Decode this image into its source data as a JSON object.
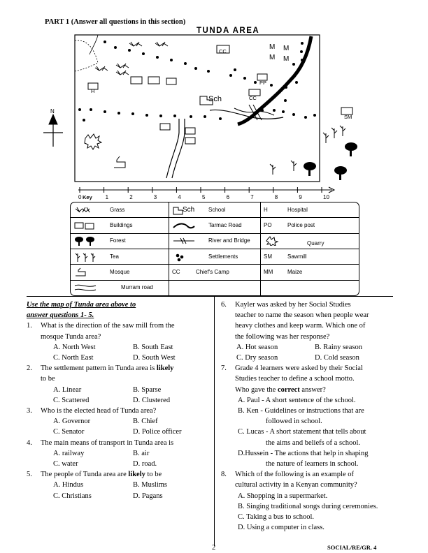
{
  "header": {
    "part_title": "PART 1 (Answer all questions in this section)",
    "map_title": "TUNDA AREA"
  },
  "map": {
    "north_label": "N",
    "labels": {
      "school": "Sch",
      "cc": "CC",
      "pp": "PP",
      "h": "H",
      "sm": "SM",
      "mm": "M"
    },
    "scale": {
      "key_label": "Key",
      "ticks": [
        "0",
        "1",
        "2",
        "3",
        "4",
        "5",
        "6",
        "7",
        "8",
        "9",
        "10"
      ]
    }
  },
  "legend": {
    "rows": [
      [
        {
          "sym": "grass",
          "label": "Grass"
        },
        {
          "sym": "school",
          "code": "Sch",
          "label": "School"
        },
        {
          "sym": "text",
          "code": "H",
          "label": "Hospital"
        }
      ],
      [
        {
          "sym": "buildings",
          "label": "Buildings"
        },
        {
          "sym": "tarmac",
          "label": "Tarmac Road"
        },
        {
          "sym": "text",
          "code": "PO",
          "label": "Police post"
        }
      ],
      [
        {
          "sym": "forest",
          "label": "Forest"
        },
        {
          "sym": "river",
          "label": "River and Bridge"
        },
        {
          "sym": "quarry",
          "label": "Quarry"
        }
      ],
      [
        {
          "sym": "tea",
          "label": "Tea"
        },
        {
          "sym": "settlements",
          "label": "Settlements"
        },
        {
          "sym": "text",
          "code": "SM",
          "label": "Sawmill"
        }
      ],
      [
        {
          "sym": "mosque",
          "label": "Mosque"
        },
        {
          "sym": "text",
          "code": "CC",
          "label": "Chief's Camp"
        },
        {
          "sym": "text",
          "code": "MM",
          "label": "Maize"
        }
      ],
      [
        {
          "sym": "murram",
          "label": "Murram road"
        },
        {
          "sym": "empty",
          "label": ""
        },
        {
          "sym": "empty",
          "label": ""
        }
      ]
    ]
  },
  "instructions": [
    "Use the map of Tunda area above to",
    "answer questions 1- 5."
  ],
  "questions_left": [
    {
      "num": "1.",
      "text": [
        "What is the direction of the saw mill from the",
        "mosque Tunda area?"
      ],
      "options": [
        "A. North West",
        "B. South East",
        "C. North East",
        "D. South West"
      ]
    },
    {
      "num": "2.",
      "text_parts": [
        "The settlement pattern in Tunda area is ",
        "likely"
      ],
      "text2": "to be",
      "options": [
        "A. Linear",
        "B. Sparse",
        "C. Scattered",
        "D. Clustered"
      ]
    },
    {
      "num": "3.",
      "text": [
        "Who is the elected head of Tunda area?"
      ],
      "options": [
        "A. Governor",
        "B. Chief",
        "C. Senator",
        "D.  Police officer"
      ]
    },
    {
      "num": "4.",
      "text": [
        "The main means of transport in Tunda area is"
      ],
      "options": [
        "A. railway",
        "B. air",
        "C. water",
        "D. road."
      ]
    },
    {
      "num": "5.",
      "text_parts": [
        "The people of Tunda area are ",
        "likely",
        " to be"
      ],
      "options": [
        "A. Hindus",
        "B. Muslims",
        "C. Christians",
        "D. Pagans"
      ]
    }
  ],
  "questions_right": {
    "q6": {
      "num": "6.",
      "text": [
        "Kayler was asked by her Social Studies",
        "teacher to name the season when people wear",
        "heavy clothes and keep warm.  Which one of",
        "the following was her response?"
      ],
      "options": [
        "A. Hot  season",
        "B. Rainy season",
        "C. Dry  season",
        "D. Cold season"
      ]
    },
    "q7": {
      "num": "7.",
      "text": [
        "Grade 4 learners were asked by their Social",
        "Studies teacher to define a school motto."
      ],
      "text_b1": "Who gave the ",
      "text_b2": "correct",
      "text_b3": " answer?",
      "options": [
        [
          "A. Paul - A short sentence of the school."
        ],
        [
          "B. Ken - Guidelines or instructions that are",
          "followed in school."
        ],
        [
          "C. Lucas - A short statement that tells about",
          "the aims and beliefs of a school."
        ],
        [
          "D.Hussein - The actions that help in shaping",
          "the nature of learners in school."
        ]
      ]
    },
    "q8": {
      "num": "8.",
      "text": [
        "Which of the following is an example of",
        "cultural activity in a Kenyan community?"
      ],
      "options": [
        "A. Shopping in a supermarket.",
        "B. Singing traditional songs during ceremonies.",
        "C. Taking a bus to school.",
        "D. Using a computer in class."
      ]
    }
  },
  "footer": {
    "page": "2",
    "code": "SOCIAL/RE/GR. 4"
  }
}
